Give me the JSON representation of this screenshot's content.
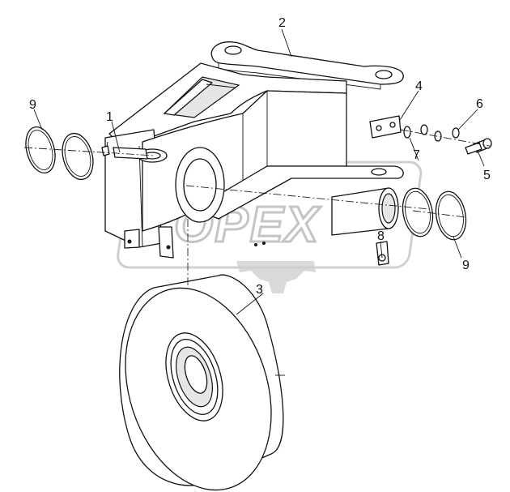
{
  "diagram": {
    "callouts": [
      {
        "id": "callout-1",
        "text": "1"
      },
      {
        "id": "callout-2",
        "text": "2"
      },
      {
        "id": "callout-3",
        "text": "3"
      },
      {
        "id": "callout-4",
        "text": "4"
      },
      {
        "id": "callout-5",
        "text": "5"
      },
      {
        "id": "callout-6",
        "text": "6"
      },
      {
        "id": "callout-7",
        "text": "7"
      },
      {
        "id": "callout-8",
        "text": "8"
      },
      {
        "id": "callout-9-left",
        "text": "9"
      },
      {
        "id": "callout-9-right",
        "text": "9"
      }
    ]
  },
  "watermark": {
    "text": "OPEX",
    "color": "#d0d0d0"
  }
}
